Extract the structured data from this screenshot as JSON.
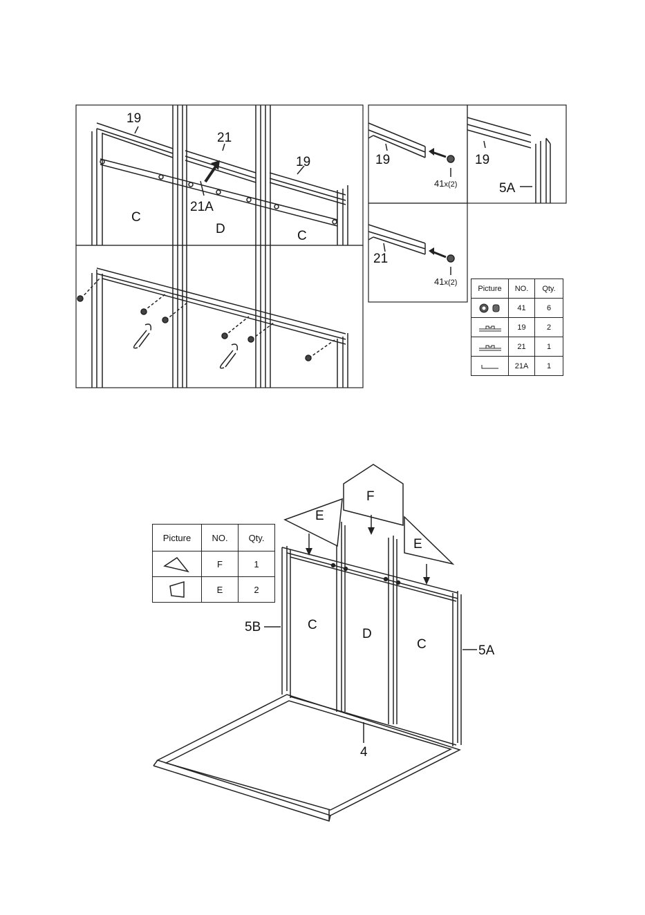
{
  "labels": {
    "p1_19a": "19",
    "p1_21": "21",
    "p1_19b": "19",
    "p1_21A": "21A",
    "p1_C1": "C",
    "p1_D": "D",
    "p1_C2": "C",
    "d1_19": "19",
    "d1_41": "41",
    "d1_41q": "x(2)",
    "d2_19": "19",
    "d2_5A": "5A",
    "d3_21": "21",
    "d3_41": "41",
    "d3_41q": "x(2)",
    "b_F": "F",
    "b_E1": "E",
    "b_E2": "E",
    "b_C1": "C",
    "b_D": "D",
    "b_C2": "C",
    "b_5B": "5B",
    "b_5A": "5A",
    "b_4": "4"
  },
  "table1": {
    "headers": [
      "Picture",
      "NO.",
      "Qty."
    ],
    "rows": [
      {
        "icon": "nut-and-bolt-icon",
        "no": "41",
        "qty": "6"
      },
      {
        "icon": "rail-profile-icon",
        "no": "19",
        "qty": "2"
      },
      {
        "icon": "rail-profile-icon",
        "no": "21",
        "qty": "1"
      },
      {
        "icon": "flat-bar-icon",
        "no": "21A",
        "qty": "1"
      }
    ]
  },
  "table2": {
    "headers": [
      "Picture",
      "NO.",
      "Qty."
    ],
    "rows": [
      {
        "icon": "gable-panel-f-icon",
        "no": "F",
        "qty": "1"
      },
      {
        "icon": "gable-panel-e-icon",
        "no": "E",
        "qty": "2"
      }
    ]
  }
}
